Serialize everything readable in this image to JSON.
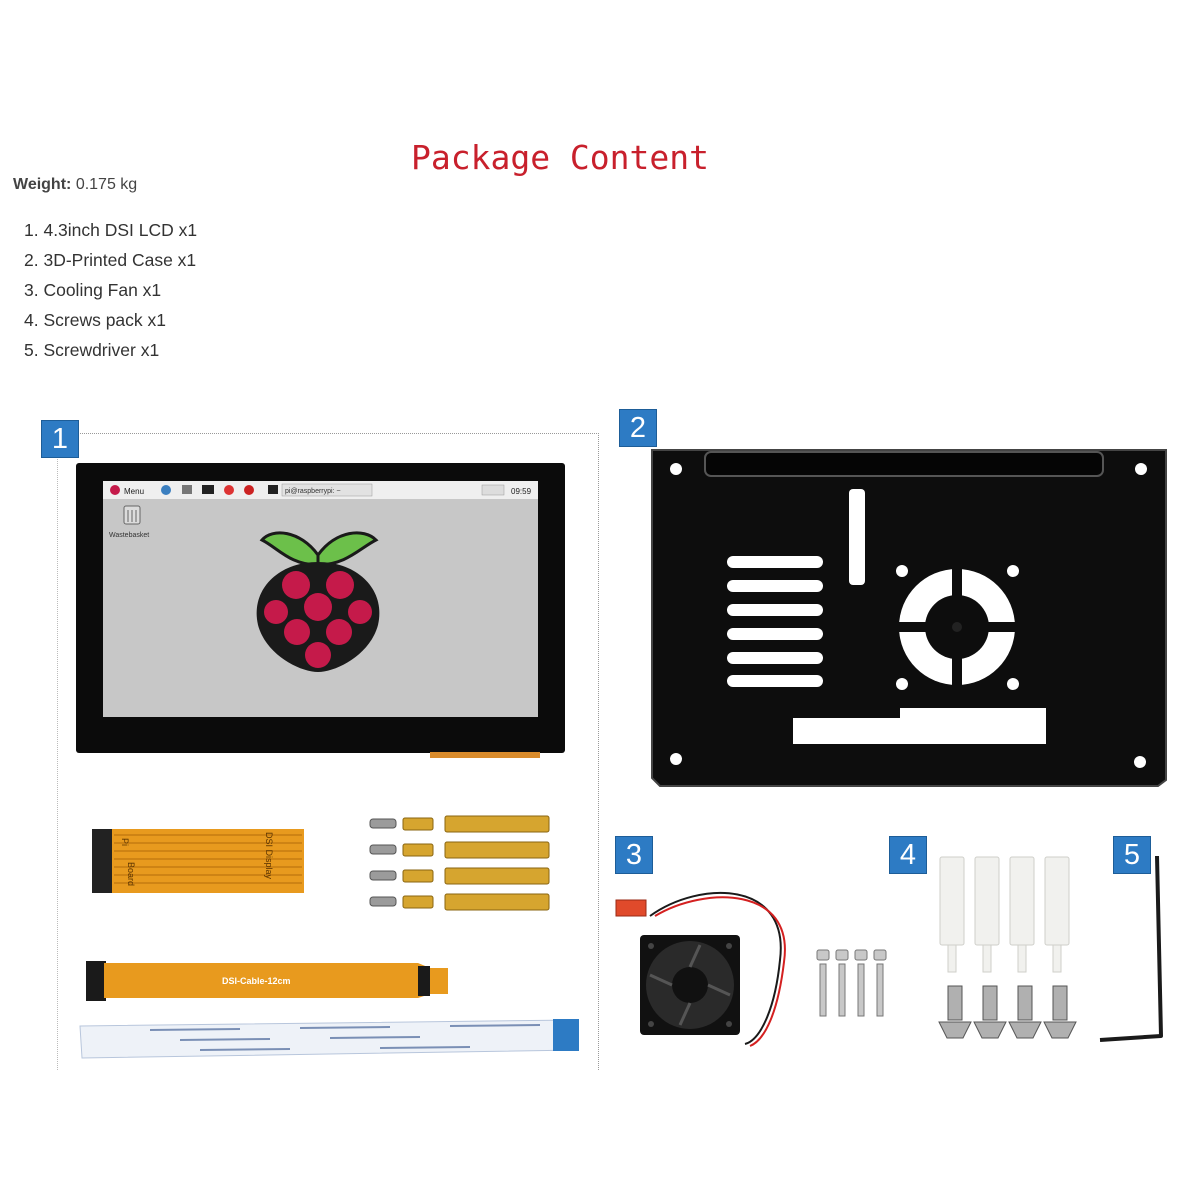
{
  "title": "Package Content",
  "weight": {
    "label": "Weight:",
    "value": "0.175 kg"
  },
  "contents": [
    "1. 4.3inch DSI LCD x1",
    "2. 3D-Printed Case x1",
    "3. Cooling Fan x1",
    "4. Screws pack x1",
    "5. Screwdriver x1"
  ],
  "badges": [
    "1",
    "2",
    "3",
    "4",
    "5"
  ],
  "screen": {
    "menu_label": "Menu",
    "terminal_label": "pi@raspberrypi: ~",
    "clock": "09:59",
    "desktop_icon_label": "Wastebasket"
  },
  "ribbon_labels": {
    "adapter_left": "Pi",
    "adapter_right": "DSI Display",
    "adapter_mid": "Board",
    "cable": "DSI-Cable-12cm"
  },
  "colors": {
    "title": "#c8202c",
    "badge": "#2d7bc4",
    "ribbon_orange": "#e89a1e",
    "raspberry_red": "#c51a4a",
    "leaf_green": "#6cc04a"
  }
}
